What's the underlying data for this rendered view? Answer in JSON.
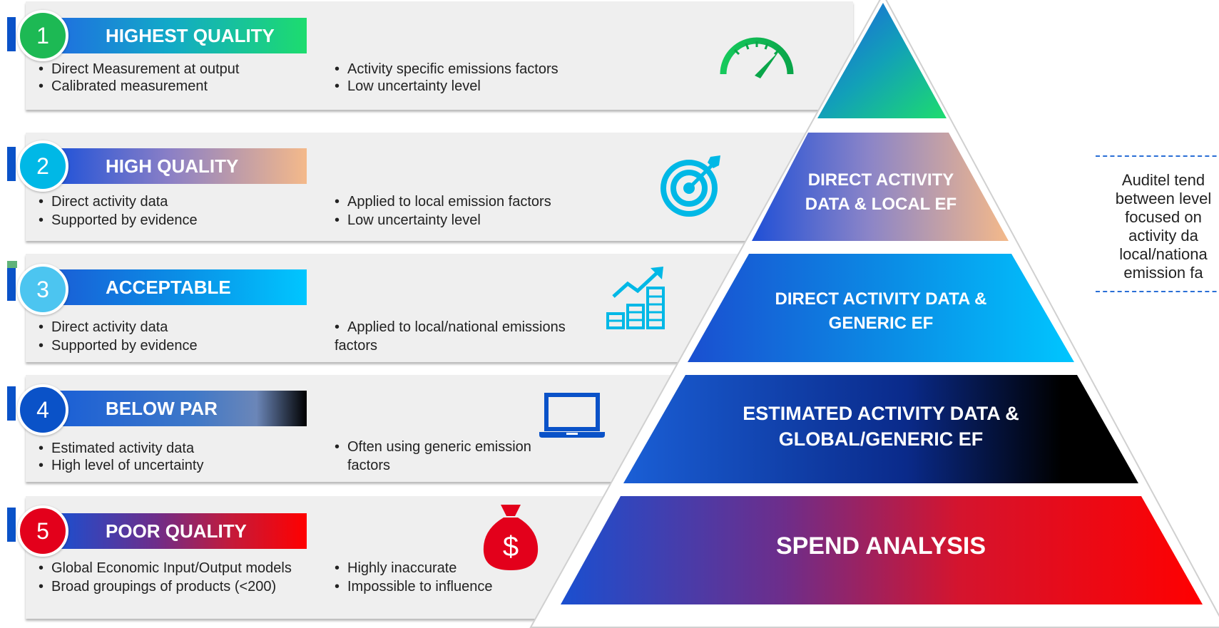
{
  "levels": [
    {
      "number": "1",
      "title": "HIGHEST QUALITY",
      "left_bullets": [
        "Direct Measurement at output",
        "Calibrated measurement"
      ],
      "right_bullets": [
        "Activity specific emissions factors",
        "Low uncertainty level"
      ],
      "icon": "speedometer-icon"
    },
    {
      "number": "2",
      "title": "HIGH QUALITY",
      "left_bullets": [
        "Direct activity data",
        "Supported by evidence"
      ],
      "right_bullets": [
        "Applied to local emission factors",
        "Low uncertainty level"
      ],
      "icon": "target-icon"
    },
    {
      "number": "3",
      "title": "ACCEPTABLE",
      "left_bullets": [
        "Direct activity data",
        "Supported by evidence"
      ],
      "right_bullets": [
        "Applied to local/national emissions",
        "factors"
      ],
      "icon": "growth-chart-icon"
    },
    {
      "number": "4",
      "title": "BELOW PAR",
      "left_bullets": [
        "Estimated activity data",
        "High level of uncertainty"
      ],
      "right_bullets": [
        "Often using generic emission",
        "factors"
      ],
      "icon": "laptop-icon"
    },
    {
      "number": "5",
      "title": "POOR QUALITY",
      "left_bullets": [
        "Global Economic Input/Output models",
        "Broad groupings of products (<200)"
      ],
      "right_bullets": [
        "Highly inaccurate",
        "Impossible to influence"
      ],
      "icon": "money-bag-icon"
    }
  ],
  "pyramid": {
    "tier2": [
      "DIRECT ACTIVITY",
      "DATA & LOCAL EF"
    ],
    "tier3": [
      "DIRECT ACTIVITY DATA &",
      "GENERIC  EF"
    ],
    "tier4": [
      "ESTIMATED ACTIVITY DATA &",
      "GLOBAL/GENERIC EF"
    ],
    "tier5": [
      "SPEND ANALYSIS"
    ]
  },
  "note": {
    "lines": [
      "Auditel tend",
      "between level",
      "focused on",
      "activity da",
      "local/nationa",
      "emission fa"
    ]
  },
  "colors": {
    "green": "#1db954",
    "cyan": "#00c6ff",
    "blue": "#0a52c8",
    "red": "#e3001b",
    "peach": "#f2b98a",
    "dashed": "#2a6fd6"
  }
}
